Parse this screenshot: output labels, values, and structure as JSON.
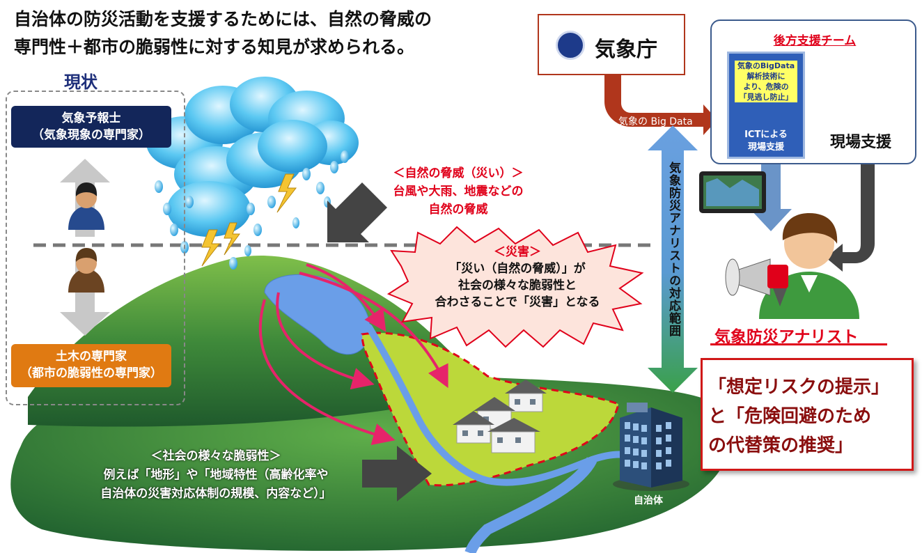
{
  "headline": {
    "line1": "自治体の防災活動を支援するためには、自然の脅威の",
    "line2": "専門性＋都市の脆弱性に対する知見が求められる。"
  },
  "current_state": {
    "label": "現状",
    "forecaster_line1": "気象予報士",
    "forecaster_line2": "（気象現象の専門家）",
    "civil_line1": "土木の専門家",
    "civil_line2": "（都市の脆弱性の専門家）"
  },
  "jma": {
    "name": "気象庁",
    "data_arrow_label": "気象の Big Data"
  },
  "support_team": {
    "title": "後方支援チーム",
    "screen_line1": "気象のBigData",
    "screen_line2": "解析技術に",
    "screen_line3": "より、危険の",
    "screen_line4": "「見逃し防止」",
    "screen_line5": "ICTによる",
    "screen_line6": "現場支援",
    "field_support": "現場支援"
  },
  "natural_threat": {
    "line1": "＜自然の脅威（災い）＞",
    "line2": "台風や大雨、地震などの",
    "line3": "自然の脅威"
  },
  "disaster": {
    "line1": "＜災害＞",
    "line2": "「災い（自然の脅威）」が",
    "line3": "社会の様々な脆弱性と",
    "line4": "合わさることで「災害」となる"
  },
  "vulnerability": {
    "line1": "＜社会の様々な脆弱性＞",
    "line2": "例えば「地形」や「地域特性（高齢化率や",
    "line3": "自治体の災害対応体制の規模、内容など）」"
  },
  "analyst_scope": "気象防災アナリストの対応範囲",
  "analyst": {
    "title": "気象防災アナリスト"
  },
  "analyst_result": {
    "line1": "「想定リスクの提示」",
    "line2": "と「危険回避のため",
    "line3": "の代替策の推奨」"
  },
  "municipality_label": "自治体",
  "colors": {
    "navy": "#13265a",
    "orange": "#e07a12",
    "red": "#e0001a",
    "hill_green": "#3c8a3c",
    "hazard_yellow": "#bcd83a",
    "river_blue": "#6a9ee8"
  }
}
